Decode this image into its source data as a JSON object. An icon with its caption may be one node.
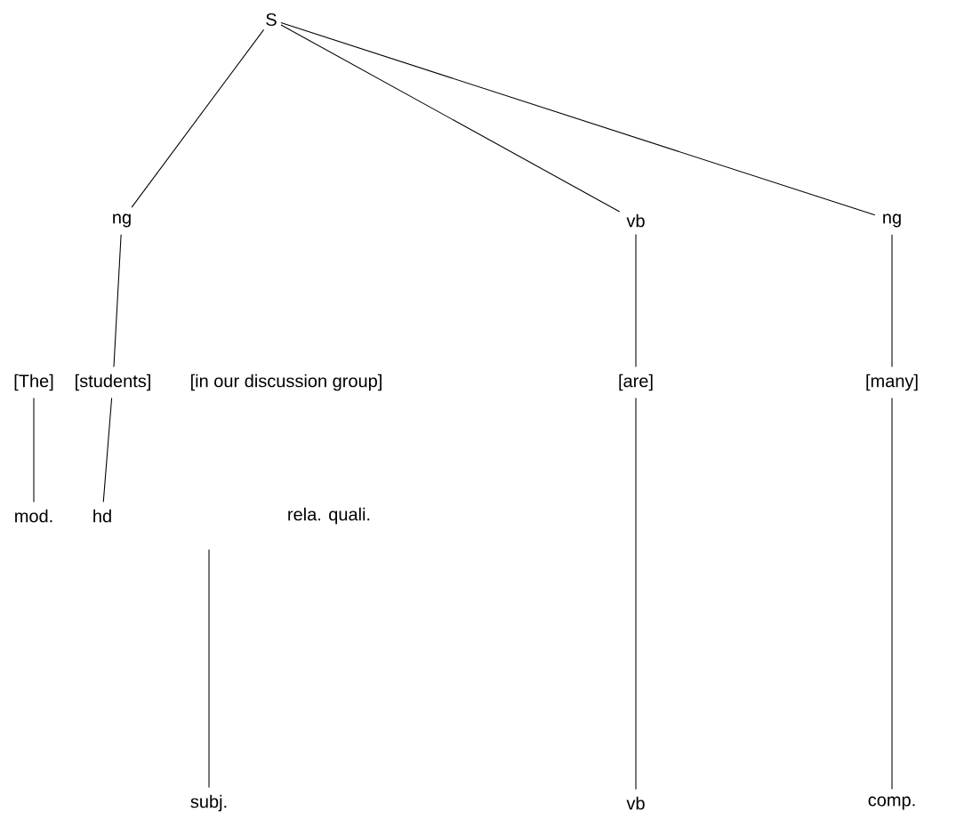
{
  "diagram": {
    "nodes": [
      {
        "text": [
          "S"
        ]
      },
      {
        "text": [
          "ng"
        ]
      },
      {
        "text": [
          "vb"
        ]
      },
      {
        "text": [
          "ng"
        ]
      },
      {
        "text": [
          "[The]"
        ]
      },
      {
        "text": [
          "[students]"
        ]
      },
      {
        "text": [
          "[in our discussion group]"
        ]
      },
      {
        "text": [
          "[are]"
        ]
      },
      {
        "text": [
          "[many]"
        ]
      },
      {
        "text": [
          "mod."
        ]
      },
      {
        "text": [
          "hd"
        ]
      },
      {
        "text": [
          "rela. quali."
        ]
      },
      {
        "text": [
          "subj."
        ]
      },
      {
        "text": [
          "vb"
        ]
      },
      {
        "text": [
          "comp."
        ]
      }
    ],
    "edges": [
      {
        "from": 0,
        "to": 1,
        "arrow": "none"
      },
      {
        "from": 0,
        "to": 2,
        "arrow": "none"
      },
      {
        "from": 0,
        "to": 3,
        "arrow": "none"
      },
      {
        "from": 1,
        "to": 5,
        "arrow": "none"
      },
      {
        "from": 2,
        "to": 7,
        "arrow": "none"
      },
      {
        "from": 3,
        "to": 8,
        "arrow": "none"
      },
      {
        "from": 4,
        "to": 9,
        "arrow": "none"
      },
      {
        "from": 5,
        "to": 10,
        "arrow": "none"
      },
      {
        "from": null,
        "to": 12,
        "arrow": "none"
      },
      {
        "from": 7,
        "to": 13,
        "arrow": "none"
      },
      {
        "from": 8,
        "to": 14,
        "arrow": "none"
      }
    ]
  }
}
